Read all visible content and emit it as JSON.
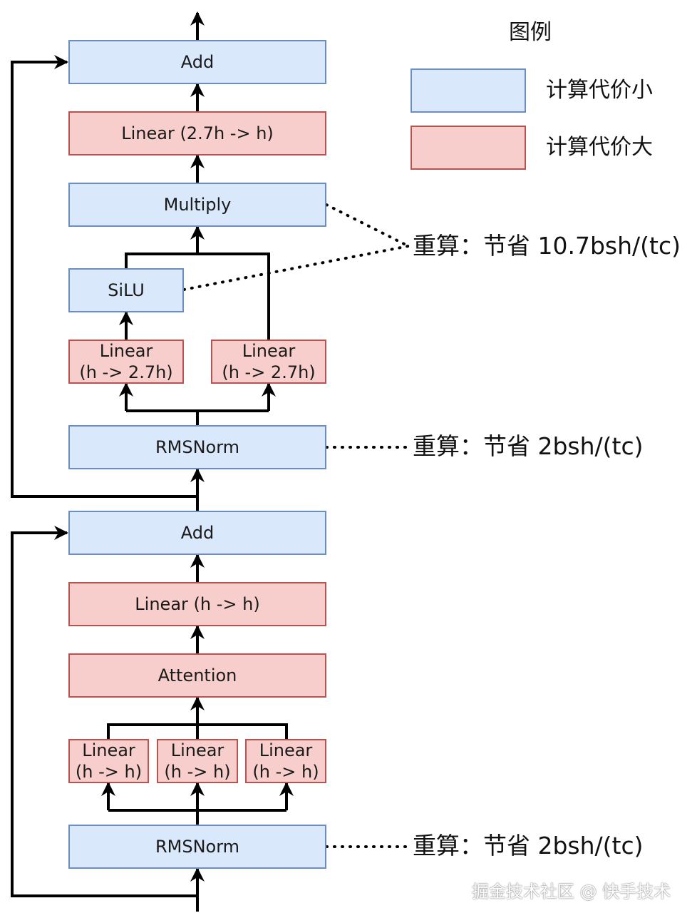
{
  "legend": {
    "title": "图例",
    "low_cost_label": "计算代价小",
    "high_cost_label": "计算代价大",
    "low_cost_color": "#dae8fc",
    "high_cost_color": "#f8cecc"
  },
  "nodes": {
    "mlp_add": "Add",
    "mlp_down_linear": "Linear (2.7h -> h)",
    "multiply": "Multiply",
    "silu": "SiLU",
    "gate_linear": [
      "Linear",
      "(h -> 2.7h)"
    ],
    "up_linear": [
      "Linear",
      "(h -> 2.7h)"
    ],
    "mlp_rmsnorm": "RMSNorm",
    "attn_add": "Add",
    "attn_out_linear": "Linear (h -> h)",
    "attention": "Attention",
    "q_linear": [
      "Linear",
      "(h -> h)"
    ],
    "k_linear": [
      "Linear",
      "(h -> h)"
    ],
    "v_linear": [
      "Linear",
      "(h -> h)"
    ],
    "attn_rmsnorm": "RMSNorm"
  },
  "annotations": {
    "recompute_mlp": "重算：节省 10.7bsh/(tc)",
    "recompute_mlp_norm": "重算：节省 2bsh/(tc)",
    "recompute_attn_norm": "重算：节省 2bsh/(tc)"
  },
  "watermark": "掘金技术社区 @ 快手技术"
}
